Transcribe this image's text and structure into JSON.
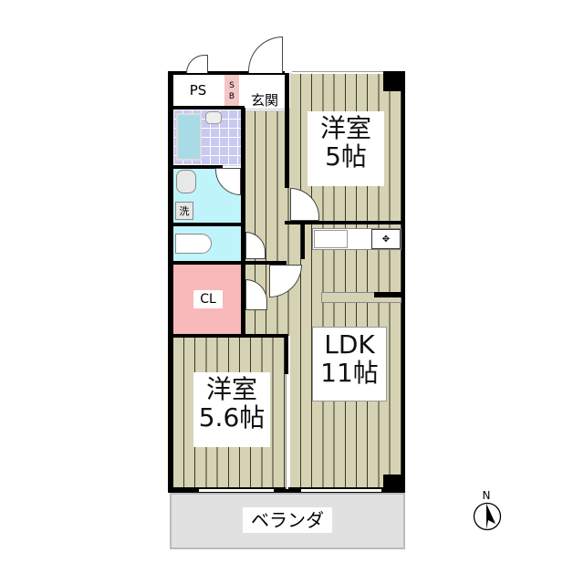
{
  "floorplan": {
    "rooms": {
      "ps": {
        "label": "PS"
      },
      "sb": {
        "label_line1": "S",
        "label_line2": "B"
      },
      "entrance": {
        "label": "玄関"
      },
      "western_room_1": {
        "label_line1": "洋室",
        "label_line2": "5帖"
      },
      "ldk": {
        "label_line1": "LDK",
        "label_line2": "11帖"
      },
      "western_room_2": {
        "label_line1": "洋室",
        "label_line2": "5.6帖"
      },
      "closet": {
        "label": "CL"
      },
      "washroom": {
        "washer_label": "洗"
      },
      "balcony": {
        "label": "ベランダ"
      }
    },
    "compass": {
      "label": "N"
    },
    "colors": {
      "floor": "#d6d2b4",
      "bath": "#a9dbe6",
      "bath_tile": "#c8c8f0",
      "washroom": "#bff5fa",
      "toilet": "#bff5fa",
      "closet": "#f8b9b9",
      "sb": "#f4c6c6",
      "balcony": "#e1e1e1",
      "wall": "#000000"
    }
  }
}
